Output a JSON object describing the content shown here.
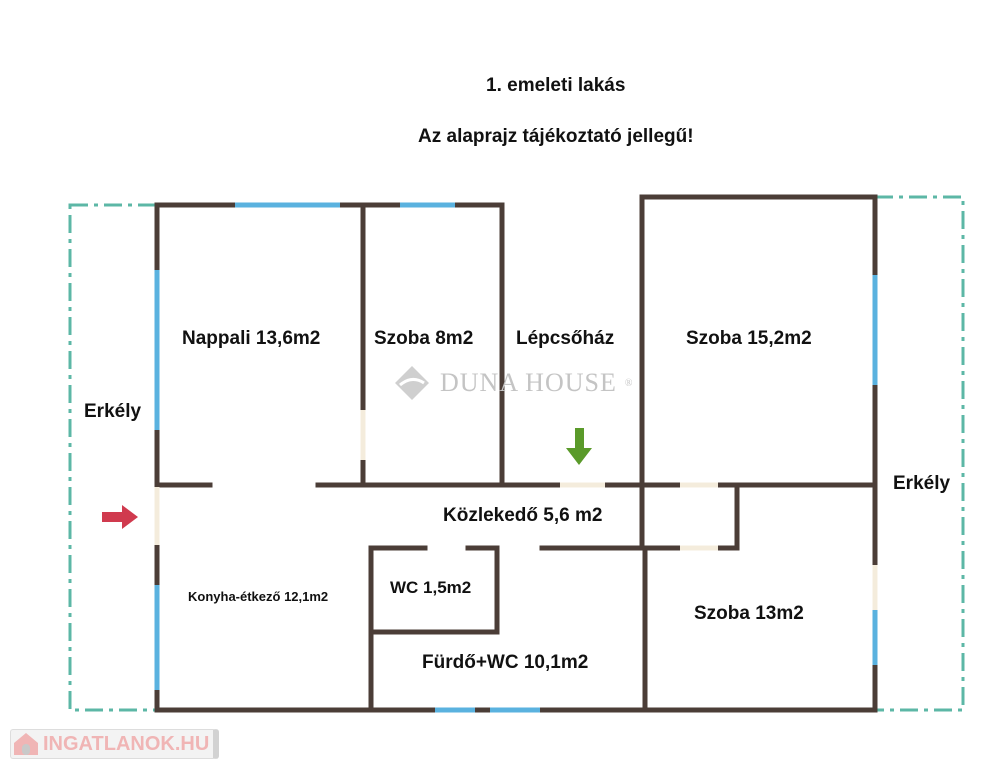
{
  "title": "1. emeleti lakás",
  "subtitle": "Az alaprajz tájékoztató jellegű!",
  "rooms": {
    "nappali": "Nappali 13,6m2",
    "szoba8": "Szoba 8m2",
    "lepcsohaz": "Lépcsőház",
    "szoba15": "Szoba 15,2m2",
    "erkely_left": "Erkély",
    "erkely_right": "Erkély",
    "kozlekedo": "Közlekedő 5,6 m2",
    "konyha": "Konyha-étkező 12,1m2",
    "wc": "WC 1,5m2",
    "furdo": "Fürdő+WC 10,1m2",
    "szoba13": "Szoba 13m2"
  },
  "watermark": "DUNA HOUSE",
  "watermark_mark": "®",
  "site_logo": "INGATLANOK.HU",
  "colors": {
    "wall": "#4b3d37",
    "window": "#5ab2df",
    "balcony": "#5cb7a6",
    "entry_arrow": "#d03a4e",
    "stair_arrow": "#5a9a2a"
  }
}
